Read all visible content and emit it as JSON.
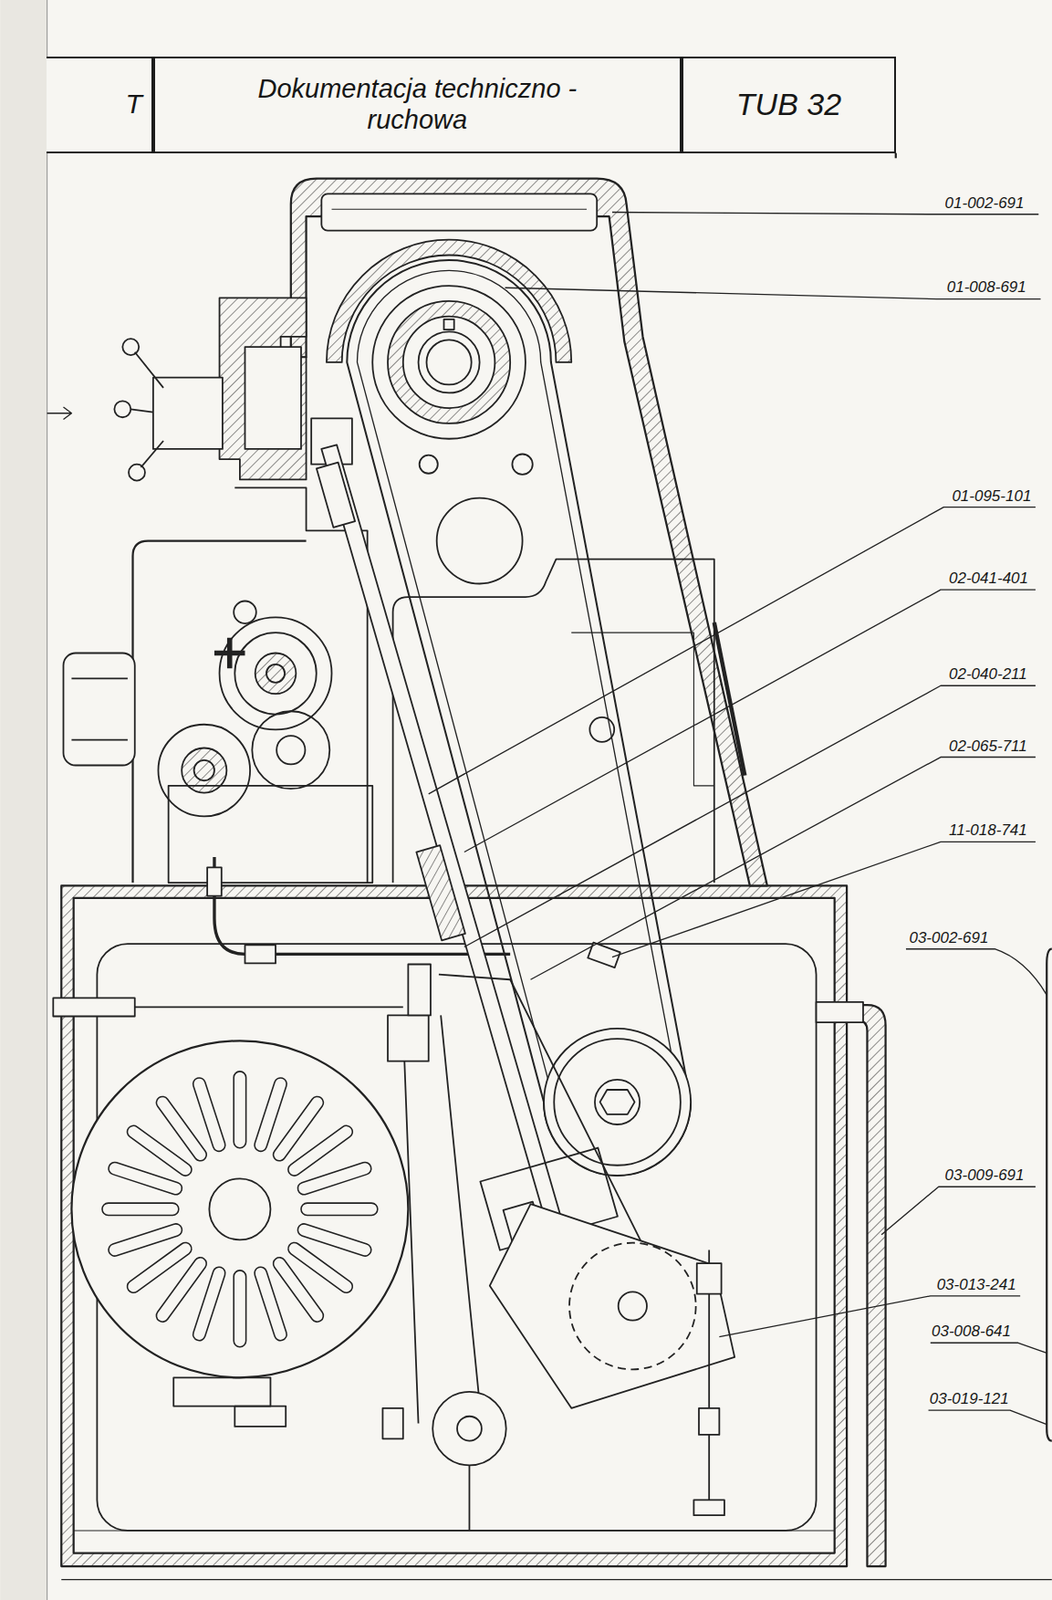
{
  "diagram": {
    "nodes": [
      {
        "text": [
          "T"
        ]
      },
      {
        "text": [
          "Dokumentacja techniczno - ruchowa"
        ]
      },
      {
        "text": [
          "TUB 32"
        ]
      }
    ],
    "labels": [
      "01-002-691",
      "01-008-691",
      "01-095-101",
      "02-041-401",
      "02-040-211",
      "02-065-711",
      "11-018-741",
      "03-002-691",
      "03-009-691",
      "03-013-241",
      "03-008-641",
      "03-019-121"
    ]
  }
}
